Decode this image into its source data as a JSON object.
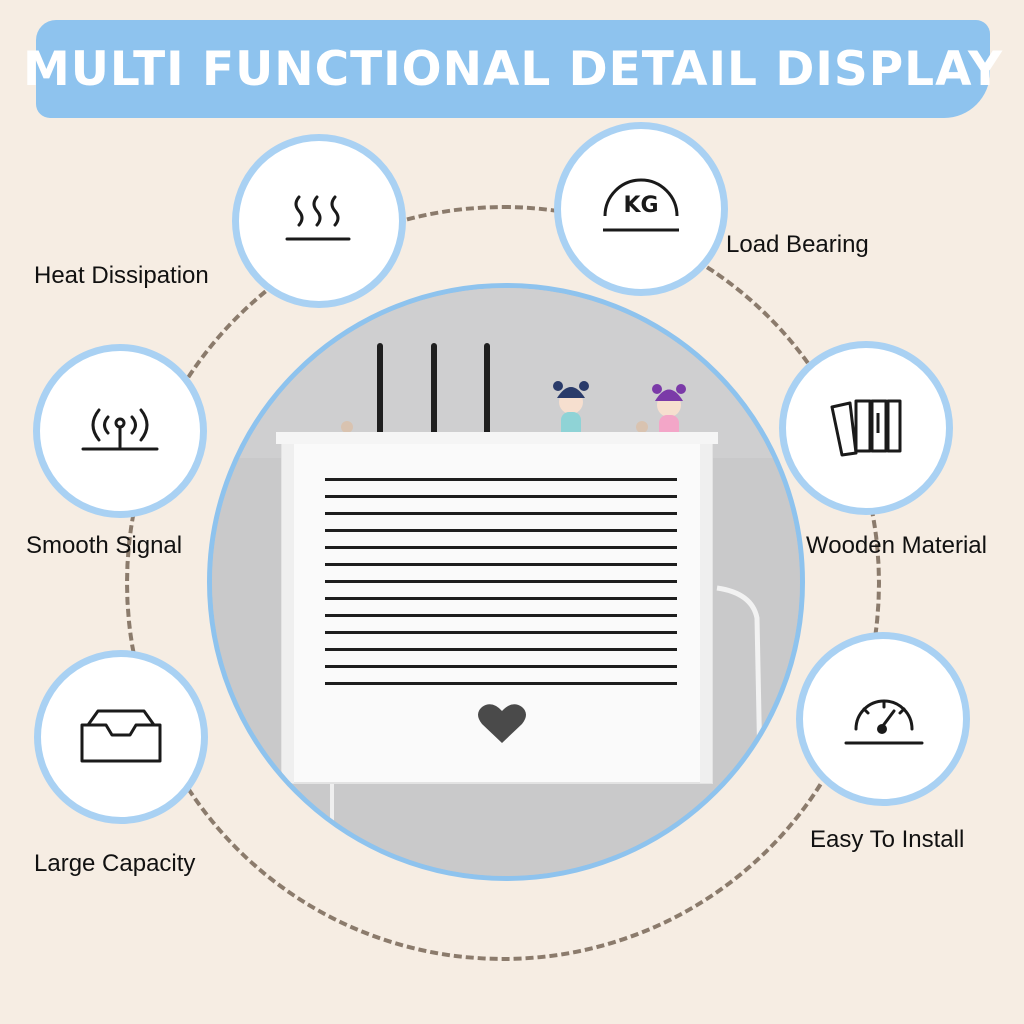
{
  "banner": {
    "title": "MULTI FUNCTIONAL DETAIL DISPLAY"
  },
  "features": {
    "heat": {
      "label": "Heat Dissipation",
      "icon": "heat-waves-icon"
    },
    "load": {
      "label": "Load Bearing",
      "icon": "kg-scale-icon",
      "icon_text": "KG"
    },
    "signal": {
      "label": "Smooth Signal",
      "icon": "wifi-signal-icon"
    },
    "wood": {
      "label": "Wooden Material",
      "icon": "wood-planks-icon"
    },
    "capacity": {
      "label": "Large Capacity",
      "icon": "storage-tray-icon"
    },
    "install": {
      "label": "Easy To Install",
      "icon": "gauge-icon"
    }
  },
  "colors": {
    "background": "#f6ede3",
    "accent": "#8ec3ee",
    "circle_border": "#a9d1f3",
    "dashed_ring": "#8b7b6c"
  }
}
